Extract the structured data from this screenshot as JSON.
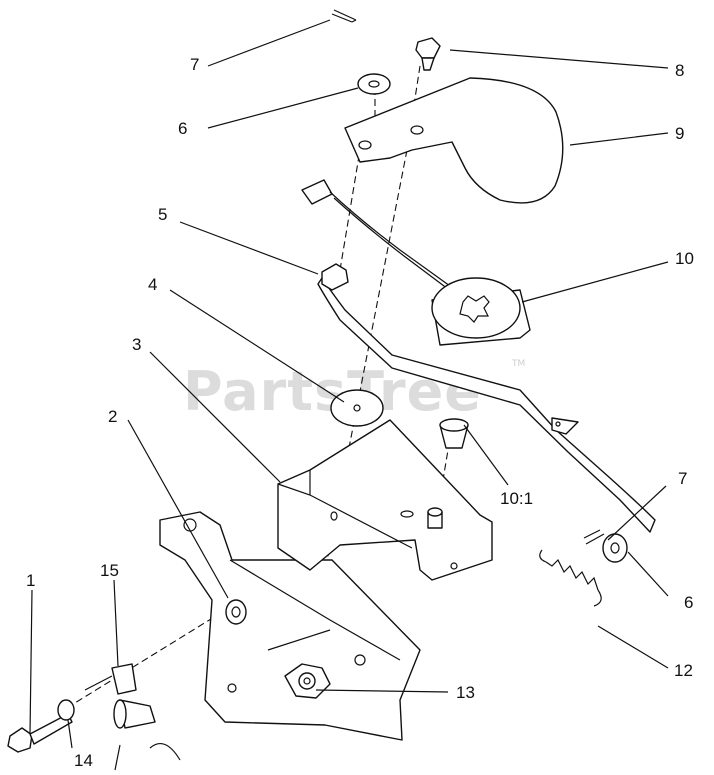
{
  "watermark": {
    "brand": "PartsTree",
    "tm": "TM"
  },
  "callouts": {
    "c1": "1",
    "c2": "2",
    "c3": "3",
    "c4": "4",
    "c5": "5",
    "c6a": "6",
    "c6b": "6",
    "c7a": "7",
    "c7b": "7",
    "c8": "8",
    "c9": "9",
    "c10": "10",
    "c10_1": "10:1",
    "c12": "12",
    "c13": "13",
    "c14": "14",
    "c15": "15"
  }
}
